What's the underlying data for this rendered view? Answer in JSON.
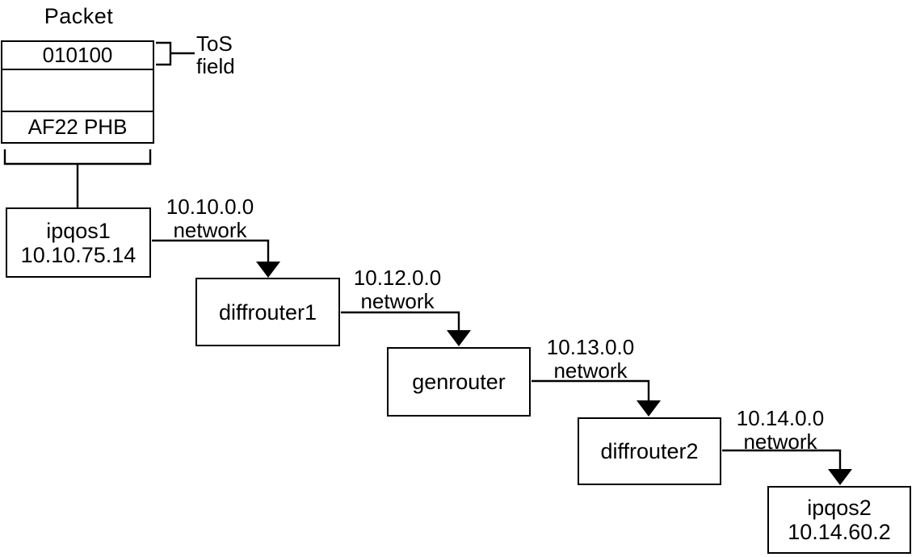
{
  "diagram": {
    "packet": {
      "title": "Packet",
      "fields": {
        "tos_bits": "010100",
        "phb": "AF22 PHB"
      },
      "tos_callout": {
        "line1": "ToS",
        "line2": "field"
      }
    },
    "nodes": [
      {
        "name": "ipqos1",
        "address": "10.10.75.14"
      },
      {
        "name": "diffrouter1"
      },
      {
        "name": "genrouter"
      },
      {
        "name": "diffrouter2"
      },
      {
        "name": "ipqos2",
        "address": "10.14.60.2"
      }
    ],
    "links": [
      {
        "subnet": "10.10.0.0",
        "label": "network"
      },
      {
        "subnet": "10.12.0.0",
        "label": "network"
      },
      {
        "subnet": "10.13.0.0",
        "label": "network"
      },
      {
        "subnet": "10.14.0.0",
        "label": "network"
      }
    ],
    "colors": {
      "line": "#000000",
      "text": "#000000",
      "background": "#ffffff"
    }
  }
}
